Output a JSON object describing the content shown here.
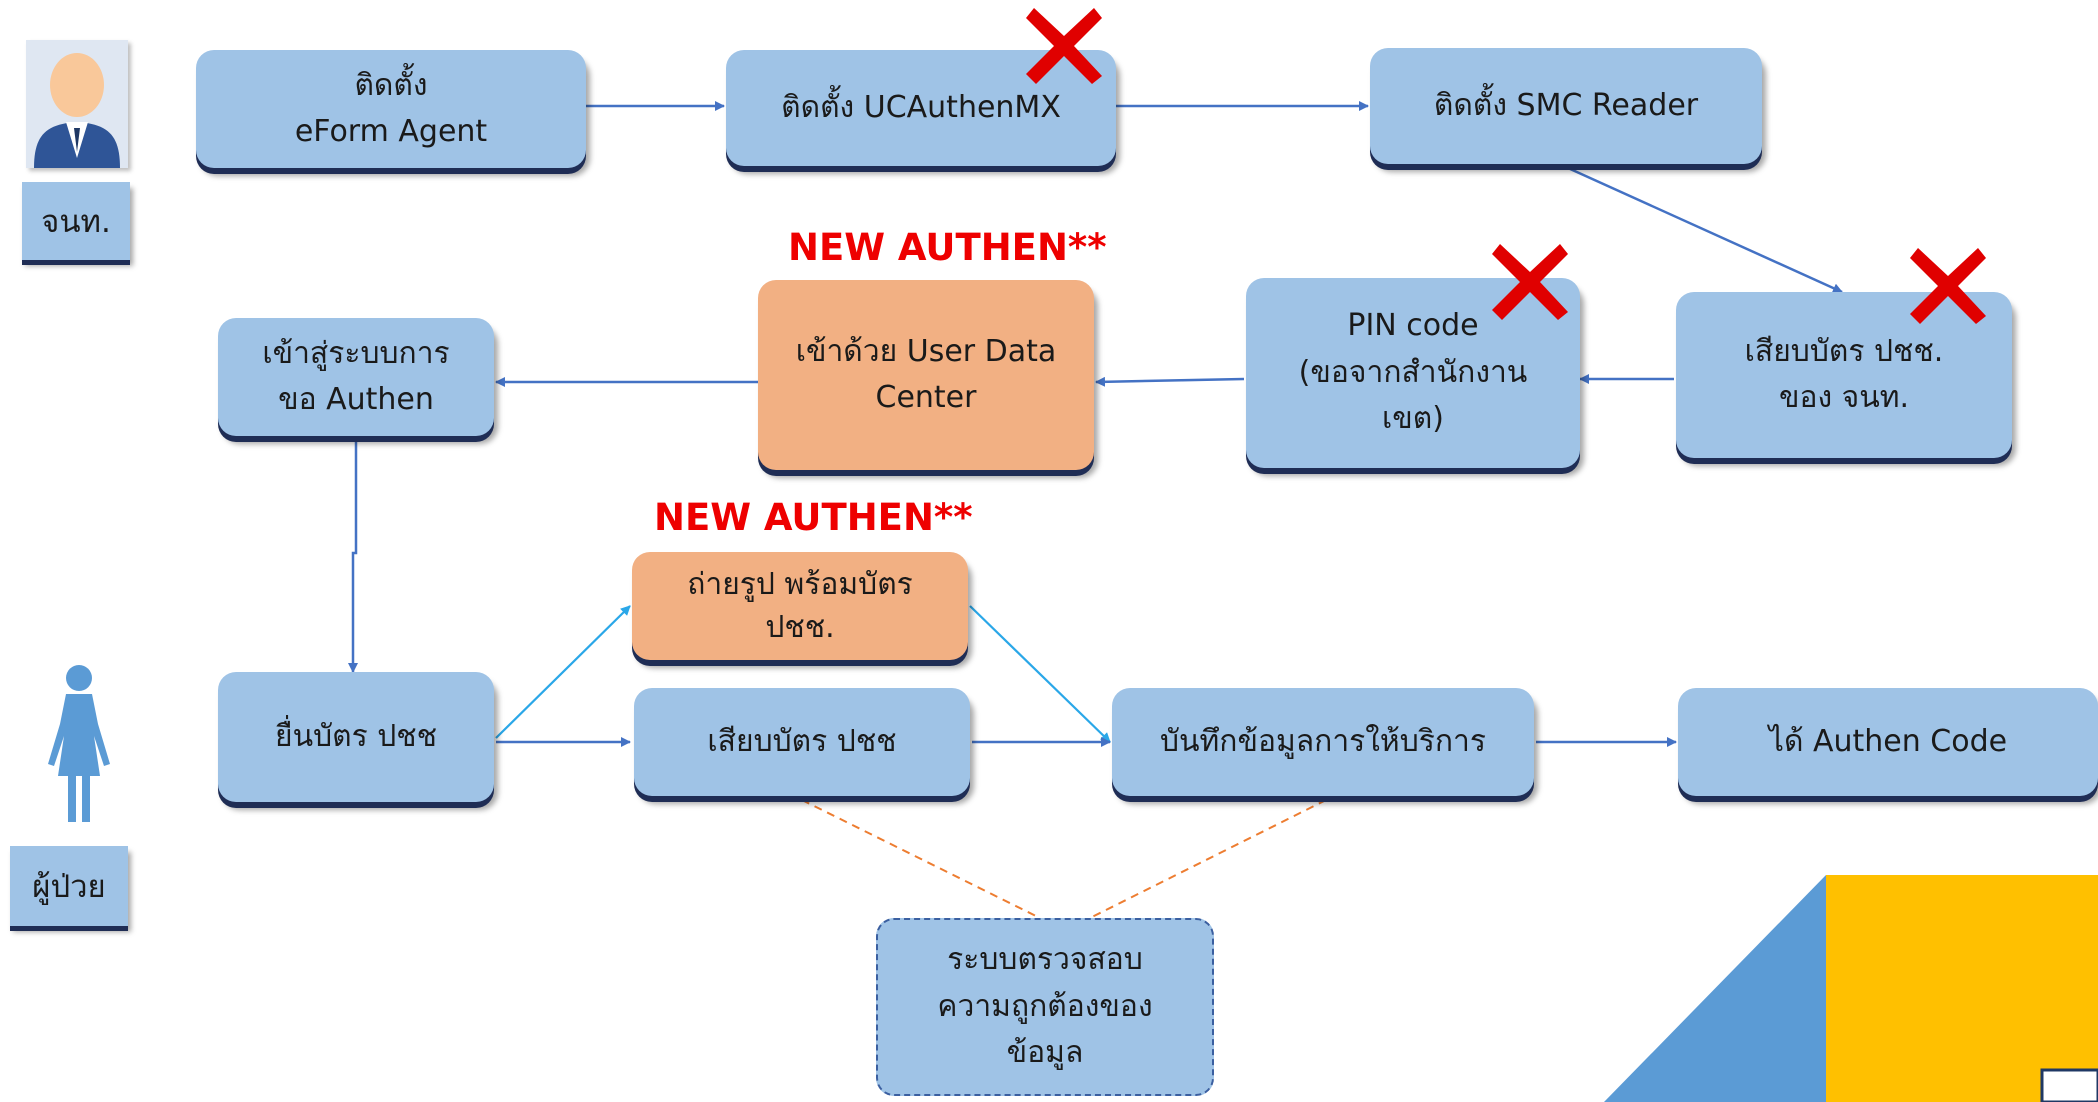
{
  "roles": {
    "staff": "จนท.",
    "patient": "ผู้ป่วย"
  },
  "tags": {
    "new_authen_1": "NEW AUTHEN**",
    "new_authen_2": "NEW AUTHEN**"
  },
  "boxes": {
    "install_eform": [
      "ติดตั้ง",
      "eForm Agent"
    ],
    "install_ucauthen": [
      "ติดตั้ง UCAuthenMX"
    ],
    "install_smc": [
      "ติดตั้ง SMC Reader"
    ],
    "insert_staff_card": [
      "เสียบบัตร ปชช.",
      "ของ จนท."
    ],
    "pin_code": [
      "PIN code",
      "(ขอจากสำนักงาน",
      "เขต)"
    ],
    "user_data_center": [
      "เข้าด้วย User Data",
      "Center"
    ],
    "enter_authen_system": [
      "เข้าสู่ระบบการ",
      "ขอ Authen"
    ],
    "photo_with_card": [
      "ถ่ายรูป พร้อมบัตร",
      "ปชช."
    ],
    "submit_card": [
      "ยื่นบัตร ปชช"
    ],
    "insert_card": [
      "เสียบบัตร ปชช"
    ],
    "record_service": [
      "บันทึกข้อมูลการให้บริการ"
    ],
    "get_authen_code": [
      "ได้ Authen Code"
    ],
    "verify_system": [
      "ระบบตรวจสอบ",
      "ความถูกต้องของ",
      "ข้อมูล"
    ]
  },
  "colors": {
    "box_blue": "#9fc3e6",
    "box_orange": "#f2b083",
    "arrow_blue": "#4472c4",
    "arrow_cyan": "#2aa7e8",
    "dashed_orange": "#ed7d31",
    "cross_red": "#e00000",
    "accent_yellow": "#ffc000",
    "accent_blue": "#5b9bd5"
  },
  "icons": {
    "staff": "person-in-suit-icon",
    "patient": "person-figure-icon",
    "disabled": "red-x-icon"
  }
}
